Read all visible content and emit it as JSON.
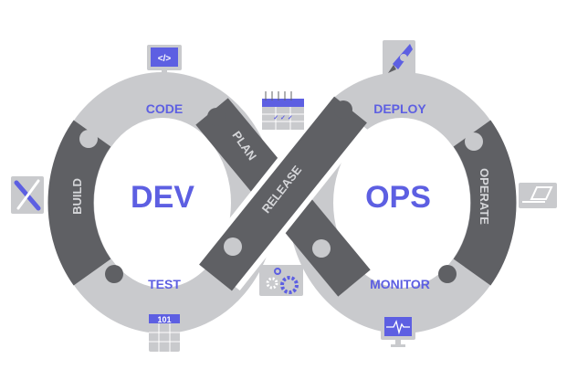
{
  "colors": {
    "accent": "#5d5fe2",
    "dark": "#5f6064",
    "light": "#c9cacd",
    "white": "#ffffff"
  },
  "loops": {
    "dev": "DEV",
    "ops": "OPS"
  },
  "stages": {
    "code": "CODE",
    "build": "BUILD",
    "test": "TEST",
    "plan": "PLAN",
    "release": "RELEASE",
    "deploy": "DEPLOY",
    "operate": "OPERATE",
    "monitor": "MONITOR"
  },
  "icons": {
    "code": "code-monitor-icon",
    "build": "tools-icon",
    "test": "test-table-icon",
    "test_header": "101",
    "plan": "calendar-icon",
    "release": "gears-icon",
    "deploy": "rocket-icon",
    "operate": "laptop-icon",
    "monitor": "monitor-waveform-icon"
  }
}
